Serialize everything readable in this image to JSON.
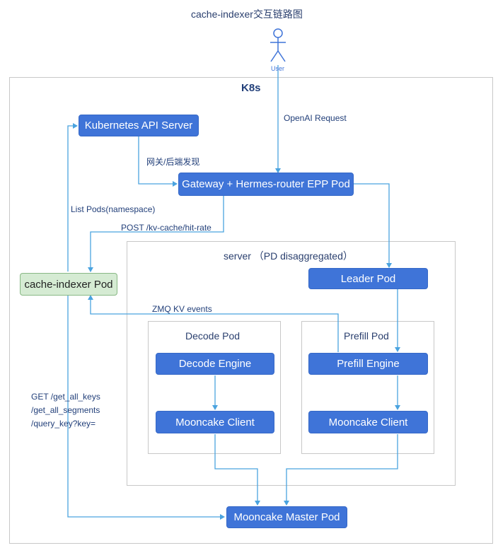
{
  "title": "cache-indexer交互链路图",
  "user": {
    "label": "User"
  },
  "k8s": {
    "label": "K8s"
  },
  "server": {
    "label": "server （PD disaggregated）"
  },
  "decode_pod": {
    "label": "Decode Pod"
  },
  "prefill_pod": {
    "label": "Prefill Pod"
  },
  "nodes": {
    "k8s_api": "Kubernetes API Server",
    "gateway": "Gateway + Hermes-router EPP Pod",
    "leader": "Leader Pod",
    "cache_indexer": "cache-indexer Pod",
    "decode_engine": "Decode Engine",
    "prefill_engine": "Prefill Engine",
    "mooncake_client_decode": "Mooncake Client",
    "mooncake_client_prefill": "Mooncake Client",
    "mooncake_master": "Mooncake Master Pod"
  },
  "edges": {
    "openai_request": "OpenAI Request",
    "gateway_discovery": "网关/后端发现",
    "list_pods": "List Pods(namespace)",
    "post_hit_rate": "POST /kv-cache/hit-rate",
    "zmq_events": "ZMQ KV events",
    "get_keys_line1": "GET /get_all_keys",
    "get_keys_line2": "/get_all_segments",
    "get_keys_line3": "/query_key?key="
  },
  "colors": {
    "node_blue": "#3f74d8",
    "node_green": "#d5ebd3",
    "arrow": "#4aa3df",
    "frame": "#c8c8c8"
  }
}
